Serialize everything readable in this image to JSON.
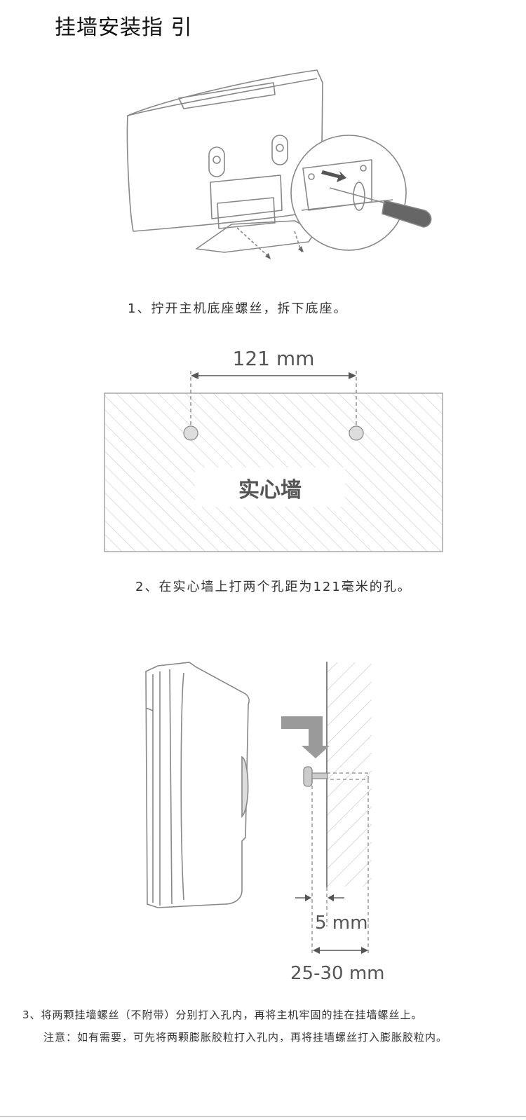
{
  "title": "挂墙安装指 引",
  "step1": {
    "caption": "1、拧开主机底座螺丝，拆下底座。"
  },
  "step2": {
    "dimension_label": "121 mm",
    "wall_label": "实心墙",
    "caption": "2、在实心墙上打两个孔距为121毫米的孔。"
  },
  "step3": {
    "gap_label": "5 mm",
    "depth_label": "25-30 mm",
    "text": "3、将两颗挂墙螺丝（不附带）分别打入孔内，再将主机牢固的挂在挂墙螺丝上。",
    "note": "注意：如有需要，可先将两颗膨胀胶粒打入孔内，再将挂墙螺丝打入膨胀胶粒内。"
  },
  "colors": {
    "line": "#8a8a8a",
    "arrow": "#9a9a9a",
    "hatch": "#cfcfcf"
  }
}
